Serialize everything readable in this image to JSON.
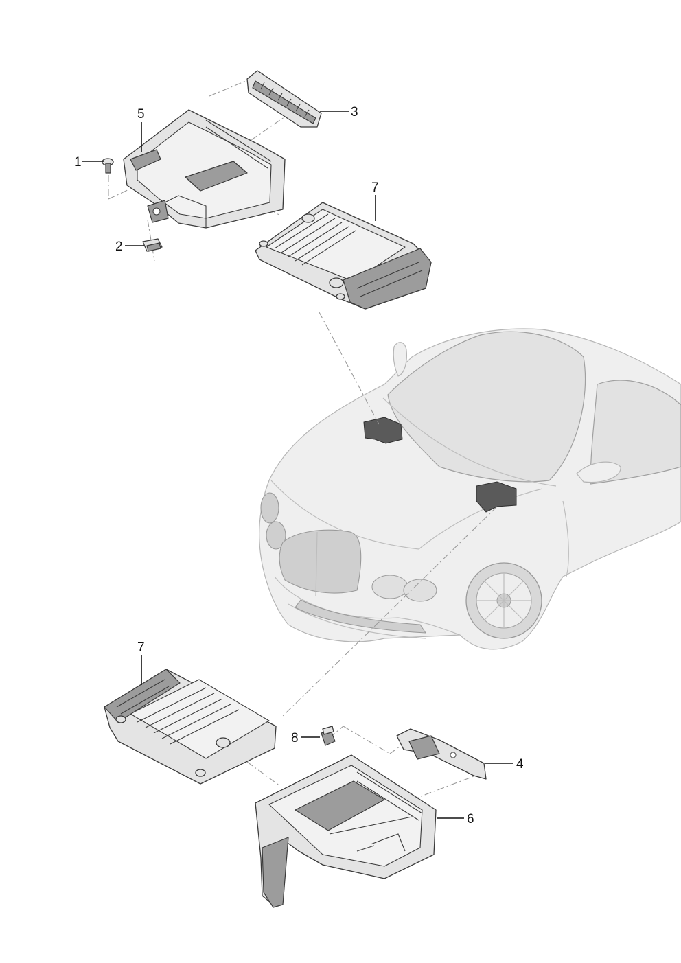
{
  "callouts": {
    "c1": "1",
    "c2": "2",
    "c3": "3",
    "c4": "4",
    "c5": "5",
    "c6": "6",
    "c7_top": "7",
    "c7_bottom": "7",
    "c8": "8"
  }
}
